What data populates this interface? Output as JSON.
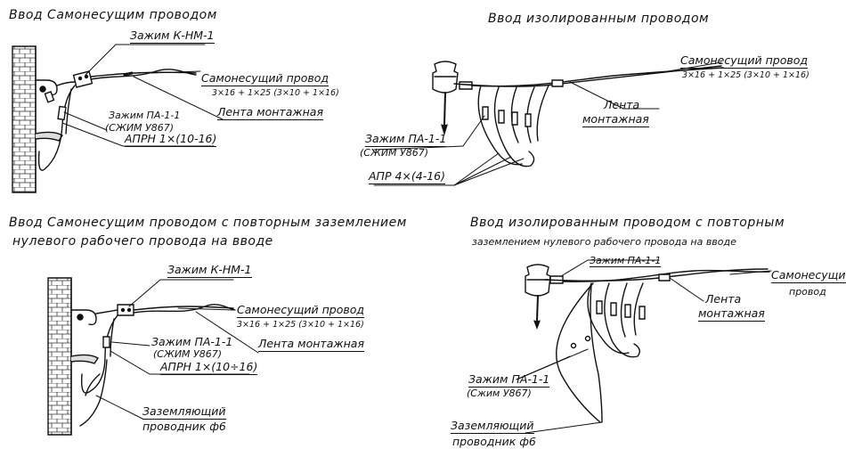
{
  "panels": {
    "tl": {
      "title": "Ввод  Самонесущим проводом",
      "clamp_label": "Зажим К-НМ-1",
      "cable_label": "Самонесущий провод",
      "cable_spec": "3×16 + 1×25 (3×10 + 1×16)",
      "tape_label": "Лента монтажная",
      "pa_clamp_label": "Зажим ПА-1-1",
      "pa_clamp_sub": "(СЖИМ У867)",
      "wire_label": "АПРН 1×(10-16)"
    },
    "tr": {
      "title": "Ввод изолированным проводом",
      "cable_label": "Самонесущий провод",
      "cable_spec": "3×16 + 1×25 (3×10 + 1×16)",
      "tape_label_1": "Лента",
      "tape_label_2": "монтажная",
      "pa_clamp_label": "Зажим ПА-1-1",
      "pa_clamp_sub": "(СЖИМ У867)",
      "wire_label": "АПР 4×(4-16)"
    },
    "bl": {
      "title_1": "Ввод  Самонесущим проводом с повторным заземлением",
      "title_2": "нулевого рабочего провода на вводе",
      "clamp_label": "Зажим К-НМ-1",
      "cable_label": "Самонесущий провод",
      "cable_spec": "3×16 + 1×25 (3×10 + 1×16)",
      "pa_clamp_label": "Зажим ПА-1-1",
      "pa_clamp_sub": "(СЖИМ У867)",
      "tape_label": "Лента монтажная",
      "wire_label": "АПРН 1×(10÷16)",
      "ground_1": "Заземляющий",
      "ground_2": "проводник ф6"
    },
    "br": {
      "title_1": "Ввод изолированным проводом с повторным",
      "title_2": "заземлением нулевого рабочего провода на вводе",
      "clamp_label": "Зажим ПА-1-1",
      "cable_label_1": "Самонесущий",
      "cable_label_2": "провод",
      "tape_label_1": "Лента",
      "tape_label_2": "монтажная",
      "pa_clamp_label": "Зажим ПА-1-1",
      "pa_clamp_sub": "(Сжим У867)",
      "ground_1": "Заземляющий",
      "ground_2": "проводник ф6"
    }
  }
}
